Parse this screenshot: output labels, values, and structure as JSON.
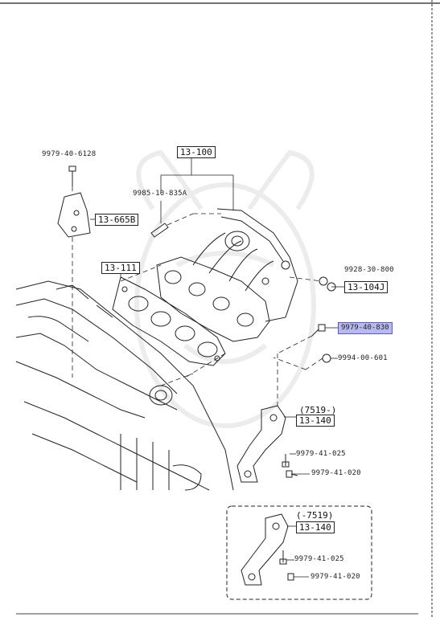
{
  "labels": {
    "bolt_top": "9979-40-6128",
    "assembly": "13-100",
    "stud": "9985-10-835A",
    "bracket": "13-665B",
    "gasket": "13-111",
    "nut_a": "9928-30-800",
    "cap": "13-104J",
    "bolt_hl": "9979-40-830",
    "nut_b": "9994-00-601",
    "serial_upper": "(7519-)",
    "bracket_upper": "13-140",
    "bolt_025_upper": "9979-41-025",
    "bolt_020_upper": "9979-41-020",
    "serial_lower": "(-7519)",
    "bracket_lower": "13-140",
    "bolt_025_lower": "9979-41-025",
    "bolt_020_lower": "9979-41-020"
  },
  "colors": {
    "highlight": "#b9b9f2",
    "highlight_border": "#5a5ad0",
    "line": "#222222"
  }
}
